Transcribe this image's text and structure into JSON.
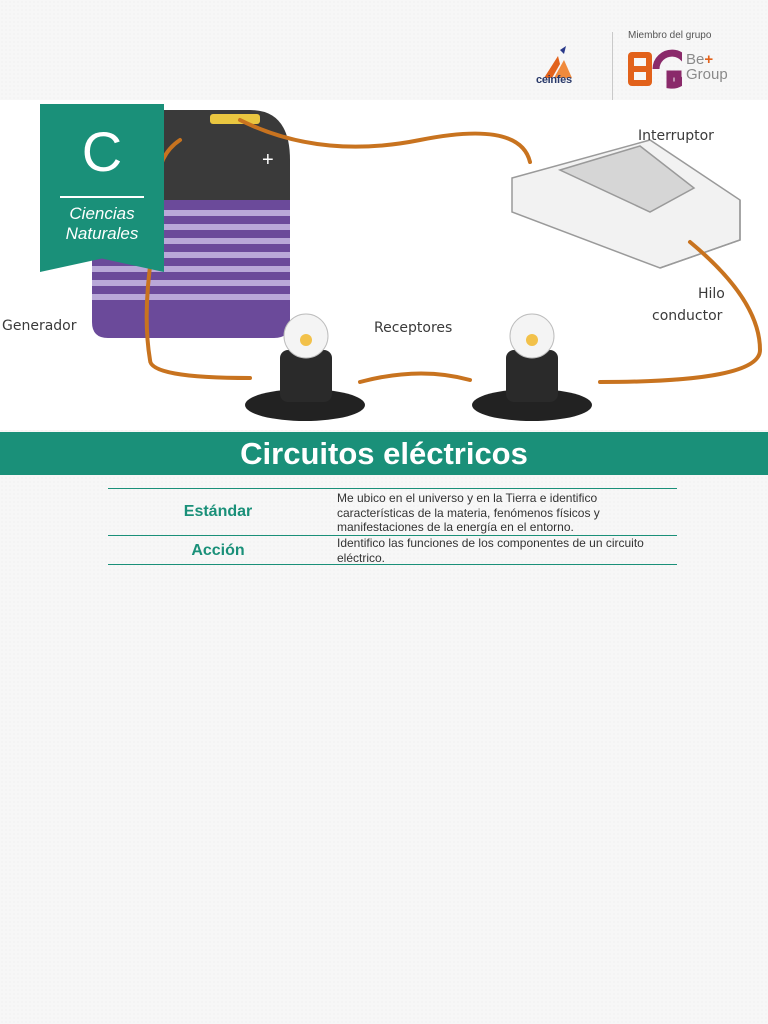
{
  "header": {
    "org_logo_text": "ceinfes",
    "group_caption": "Miembro del grupo",
    "group_mark": "BG",
    "group_name_line1": "Be",
    "group_name_plus": "+",
    "group_name_line2": "Group"
  },
  "badge": {
    "letter": "C",
    "subject_line1": "Ciencias",
    "subject_line2": "Naturales"
  },
  "diagram": {
    "labels": {
      "switch": "Interruptor",
      "wire_line1": "Hilo",
      "wire_line2": "conductor",
      "generator": "Generador",
      "receivers": "Receptores",
      "plus": "+",
      "minus": "-"
    },
    "colors": {
      "wire": "#c8731f",
      "battery": "#6b4a9a",
      "accent": "#1a9079"
    }
  },
  "title": "Circuitos eléctricos",
  "table": {
    "rows": [
      {
        "label": "Estándar",
        "value": "Me ubico en el universo y en la Tierra e identifico características de la materia, fenómenos físicos y manifestaciones de la energía en el entorno."
      },
      {
        "label": "Acción",
        "value": "Identifico las funciones de los componentes de un circuito eléctrico."
      }
    ]
  }
}
